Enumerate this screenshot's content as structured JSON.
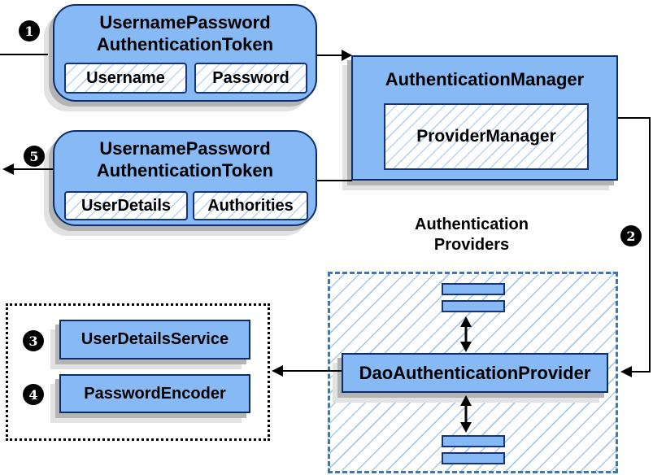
{
  "steps": {
    "s1": "1",
    "s2": "2",
    "s3": "3",
    "s4": "4",
    "s5": "5"
  },
  "boxes": {
    "request_token": {
      "title1": "UsernamePassword",
      "title2": "AuthenticationToken",
      "fields": [
        "Username",
        "Password"
      ]
    },
    "auth_manager": {
      "title": "AuthenticationManager",
      "inner": "ProviderManager"
    },
    "result_token": {
      "title1": "UsernamePassword",
      "title2": "AuthenticationToken",
      "fields": [
        "UserDetails",
        "Authorities"
      ]
    },
    "providers_heading": {
      "line1": "Authentication",
      "line2": "Providers"
    },
    "dao_provider": "DaoAuthenticationProvider",
    "user_details_service": "UserDetailsService",
    "password_encoder": "PasswordEncoder"
  },
  "colors": {
    "box_fill": "#87baf5",
    "box_border": "#0c2d6b",
    "inner_border": "#14337a",
    "hatch_line": "#b9d4f2",
    "dashed_border": "#4176b5",
    "shadow_dark": "#b4b4b4",
    "shadow_light": "#e2e2e2",
    "connector": "#000000"
  }
}
